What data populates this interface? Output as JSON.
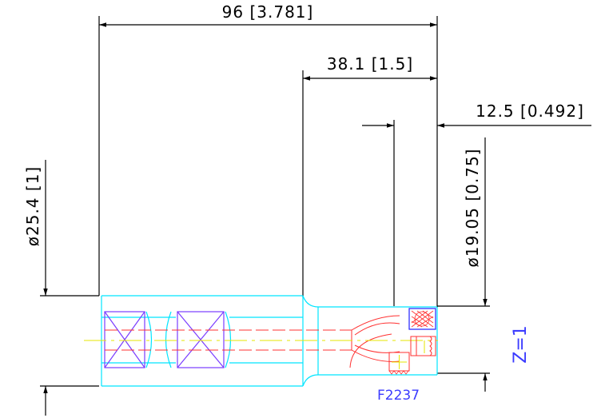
{
  "dimensions": {
    "overall_length": "96 [3.781]",
    "neck_length": "38.1 [1.5]",
    "tip_length": "12.5 [0.492]",
    "body_diameter": "ø25.4 [1]",
    "neck_diameter": "ø19.05 [0.75]"
  },
  "part_number": "F2237",
  "note": "Z=1",
  "colors": {
    "dimension": "#000000",
    "outline": "#00e5ff",
    "cross": "#7a3cff",
    "centerline": "#ff3030",
    "hidden": "#ff3030",
    "axis": "#e6e600",
    "label": "#3b3bff",
    "insert": "#2020ff"
  }
}
